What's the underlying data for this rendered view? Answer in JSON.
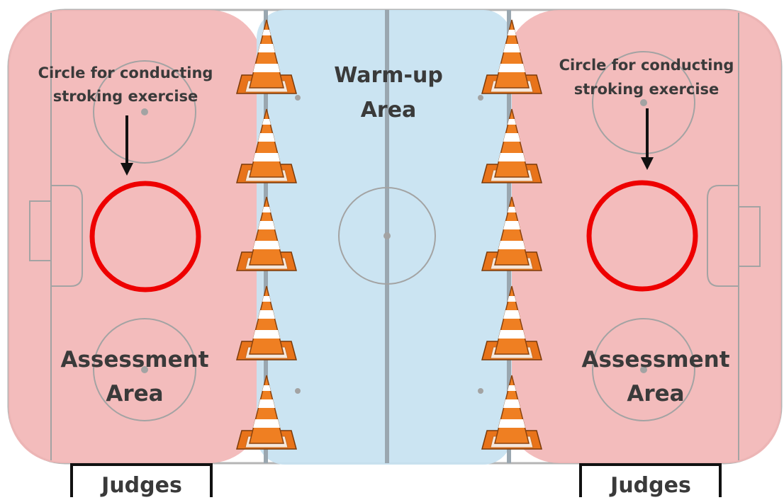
{
  "left_annotation": {
    "line1": "Circle for conducting",
    "line2": "stroking exercise"
  },
  "right_annotation": {
    "line1": "Circle for conducting",
    "line2": "stroking exercise"
  },
  "warmup": {
    "line1": "Warm-up",
    "line2": "Area"
  },
  "left_assessment": {
    "line1": "Assessment",
    "line2": "Area"
  },
  "right_assessment": {
    "line1": "Assessment",
    "line2": "Area"
  },
  "judges_left": "Judges",
  "judges_right": "Judges",
  "colors": {
    "assessment_fill": "#f2b5b5",
    "warmup_fill": "#c8e3f1",
    "exercise_circle": "#ee0000",
    "cone_orange": "#ee7a1f",
    "cone_stripe": "#ffffff",
    "rink_line": "#a8a8a8",
    "label_text": "#3a3a3a"
  },
  "icons": {
    "cone": "traffic-cone-icon",
    "arrow": "down-arrow-icon"
  }
}
